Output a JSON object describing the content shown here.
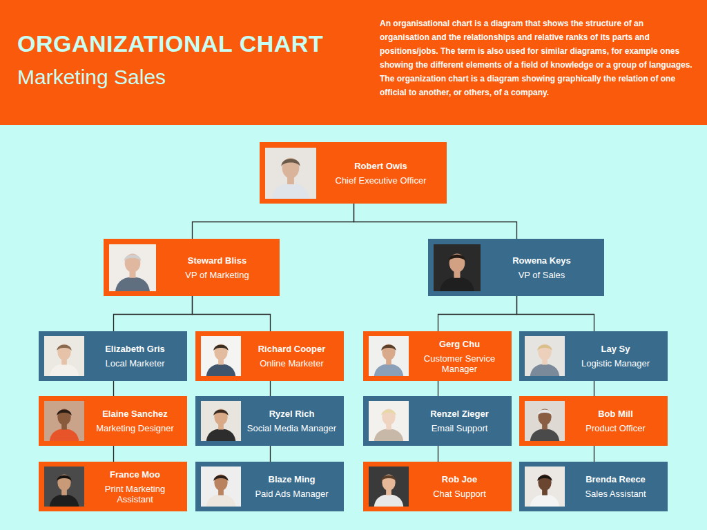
{
  "diagram": {
    "title": "ORGANIZATIONAL CHART",
    "nodes": [
      {
        "text": [
          "Robert Owis",
          "Chief Executive Officer"
        ]
      },
      {
        "text": [
          "Steward Bliss",
          "VP of Marketing"
        ]
      },
      {
        "text": [
          "Rowena Keys",
          "VP of Sales"
        ]
      },
      {
        "text": [
          "Elizabeth Gris",
          "Local Marketer"
        ]
      },
      {
        "text": [
          "Richard Cooper",
          "Online Marketer"
        ]
      },
      {
        "text": [
          "Gerg Chu",
          "Customer Service Manager"
        ]
      },
      {
        "text": [
          "Lay Sy",
          "Logistic Manager"
        ]
      },
      {
        "text": [
          "Elaine Sanchez",
          "Marketing Designer"
        ]
      },
      {
        "text": [
          "Ryzel Rich",
          "Social Media Manager"
        ]
      },
      {
        "text": [
          "Renzel Zieger",
          "Email Support"
        ]
      },
      {
        "text": [
          "Bob Mill",
          "Product Officer"
        ]
      },
      {
        "text": [
          "France Moo",
          "Print Marketing Assistant"
        ]
      },
      {
        "text": [
          "Blaze Ming",
          "Paid Ads Manager"
        ]
      },
      {
        "text": [
          "Rob Joe",
          "Chat Support"
        ]
      },
      {
        "text": [
          "Brenda Reece",
          "Sales Assistant"
        ]
      }
    ],
    "edges": [
      {
        "from": 0,
        "to": 1,
        "arrow": "none"
      },
      {
        "from": 0,
        "to": 2,
        "arrow": "none"
      },
      {
        "from": 1,
        "to": 3,
        "arrow": "none"
      },
      {
        "from": 1,
        "to": 4,
        "arrow": "none"
      },
      {
        "from": 2,
        "to": 5,
        "arrow": "none"
      },
      {
        "from": 2,
        "to": 6,
        "arrow": "none"
      },
      {
        "from": 3,
        "to": 7,
        "arrow": "none"
      },
      {
        "from": 7,
        "to": 11,
        "arrow": "none"
      },
      {
        "from": 4,
        "to": 8,
        "arrow": "none"
      },
      {
        "from": 8,
        "to": 12,
        "arrow": "none"
      },
      {
        "from": 5,
        "to": 9,
        "arrow": "none"
      },
      {
        "from": 9,
        "to": 13,
        "arrow": "none"
      },
      {
        "from": 6,
        "to": 10,
        "arrow": "none"
      },
      {
        "from": 10,
        "to": 14,
        "arrow": "none"
      }
    ],
    "labels": [
      "Marketing Sales",
      "An organisational chart is a diagram that shows the structure of an organisation and the relationships and relative ranks of its parts and positions/jobs. The term is also used for similar diagrams, for example ones showing the different elements of a field of knowledge or a group of languages. The organization chart is a diagram showing graphically the relation of one official to another, or others, of a company."
    ]
  }
}
